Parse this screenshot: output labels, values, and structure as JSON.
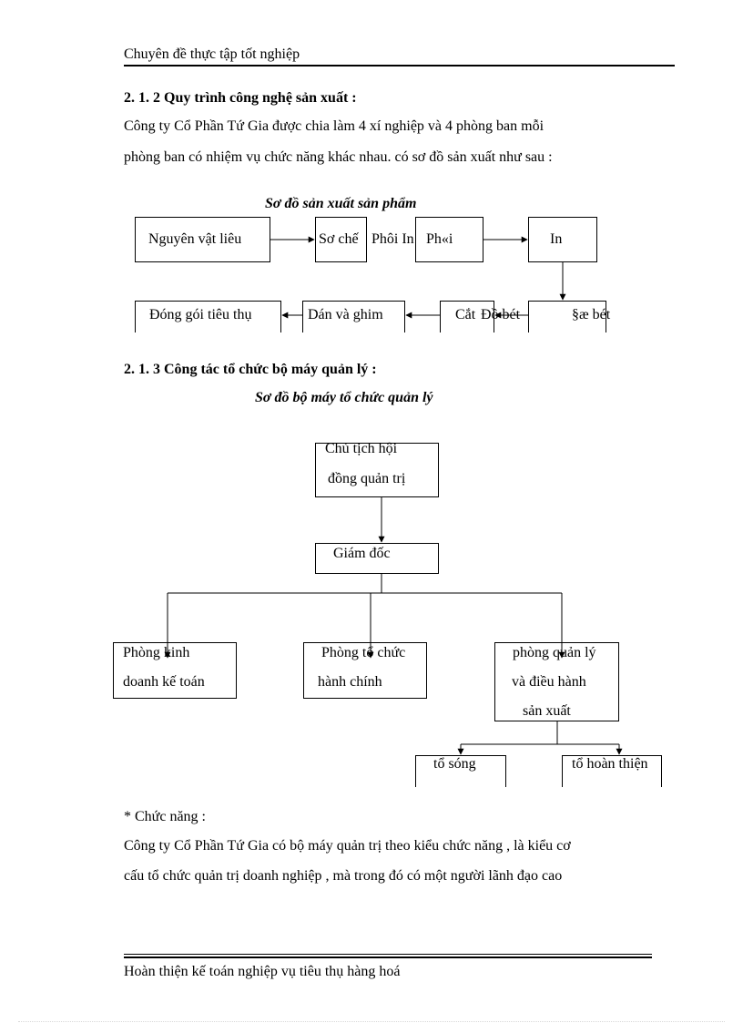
{
  "header": {
    "title": "Chuyên đề thực tập tốt nghiệp"
  },
  "section_212": {
    "heading": "2. 1. 2 Quy trình công nghệ sản xuất :",
    "para_line1": "Công ty Cổ Phần Tứ Gia được chia làm 4 xí nghiệp và 4 phòng ban mỗi",
    "para_line2": "phòng ban có nhiệm vụ chức năng khác nhau. có sơ đồ sản xuất như sau :"
  },
  "production_diagram": {
    "title": "Sơ đồ sản xuất sản phẩm",
    "nguyen_vat_lieu": "Nguyên vật liêu",
    "so_che": "Sơ chế",
    "phoi_in": "Phôi In",
    "phoi": "Ph«i",
    "in": "In",
    "dong_goi": "Đóng gói tiêu thụ",
    "dan_va_ghim": "Dán và ghim",
    "cat": "Cắt",
    "do_bet": "Đồ bét",
    "sae_bet": "§æ bét"
  },
  "section_213": {
    "heading": "2. 1. 3 Công tác tổ chức bộ máy quản lý :"
  },
  "org_chart": {
    "title": "Sơ đồ bộ máy tổ chức quản lý",
    "chairman_line1": "Chủ tịch hội",
    "chairman_line2": "đồng quản trị",
    "director": "Giám đốc",
    "dept_business_line1": "Phòng kinh",
    "dept_business_line2": "doanh kế toán",
    "dept_admin_line1": "Phòng tổ chức",
    "dept_admin_line2": "hành chính",
    "dept_production_line1": "phòng quản lý",
    "dept_production_line2": "và điều hành",
    "dept_production_line3": "sản xuất",
    "team_corrugated": "tổ sóng",
    "team_finishing": "tổ hoàn thiện"
  },
  "functions": {
    "heading": "* Chức năng :",
    "para_line1": "Công ty Cổ Phần Tứ Gia có bộ máy quản trị theo kiểu chức năng , là kiểu cơ",
    "para_line2": "cấu tổ chức quản trị doanh nghiệp , mà trong đó có một người lãnh đạo cao"
  },
  "footer": {
    "title": "Hoàn thiện kế toán nghiệp vụ tiêu thụ hàng hoá"
  }
}
